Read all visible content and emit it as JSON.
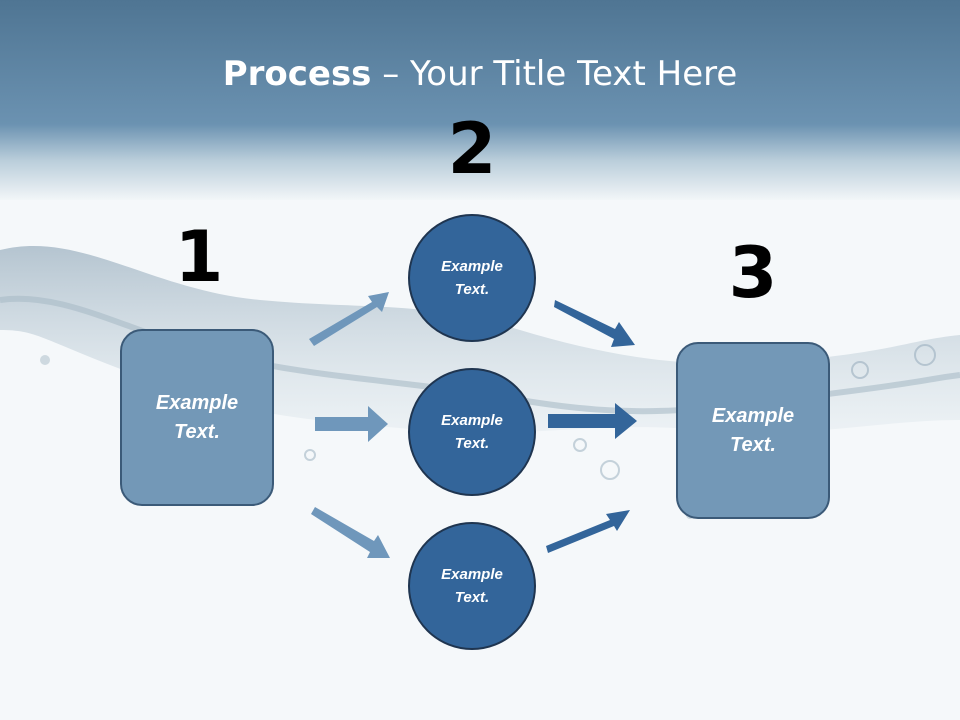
{
  "slide": {
    "title_bold": "Process",
    "title_rest": " – Your Title Text Here"
  },
  "steps": {
    "num1": "1",
    "num2": "2",
    "num3": "3"
  },
  "left_box": {
    "line1": "Example",
    "line2": "Text."
  },
  "right_box": {
    "line1": "Example",
    "line2": "Text."
  },
  "circles": [
    {
      "line1": "Example",
      "line2": "Text."
    },
    {
      "line1": "Example",
      "line2": "Text."
    },
    {
      "line1": "Example",
      "line2": "Text."
    }
  ],
  "colors": {
    "header": "#5f86a6",
    "box_fill": "#7398b7",
    "circle_fill": "#33659a",
    "arrow_light": "#6f97bb",
    "arrow_dark": "#33659a"
  }
}
